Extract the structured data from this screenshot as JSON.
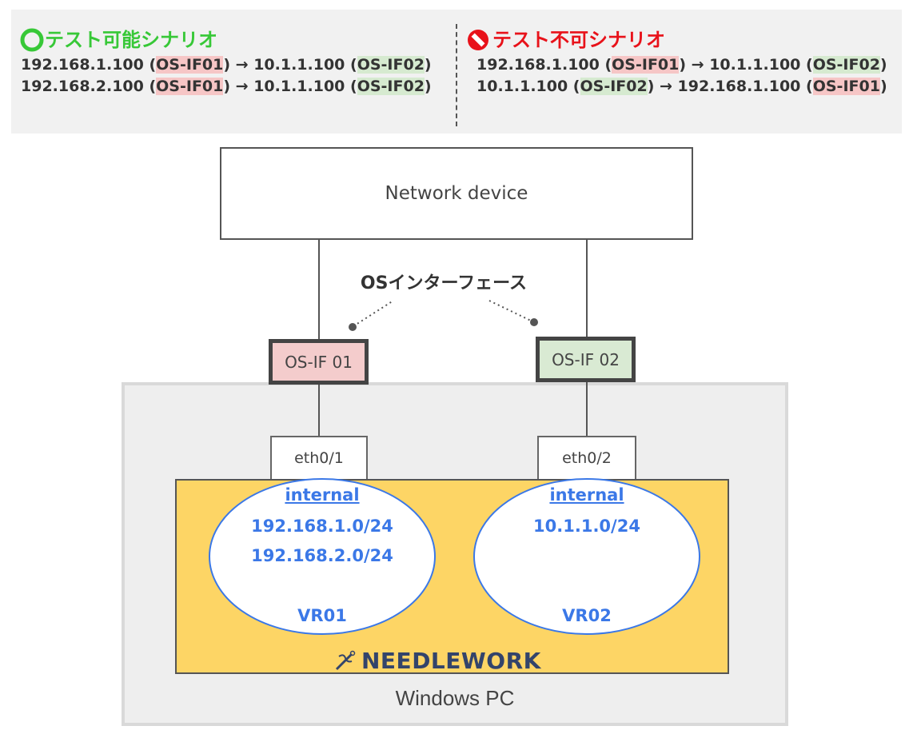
{
  "scenarios": {
    "possible": {
      "title": "テスト可能シナリオ",
      "icon": "circle-ok-icon",
      "color": "#37c837",
      "rows": [
        [
          {
            "t": "192.168.1.100 (",
            "hl": ""
          },
          {
            "t": "OS-IF01",
            "hl": "red"
          },
          {
            "t": ") → 10.1.1.100 (",
            "hl": ""
          },
          {
            "t": "OS-IF02",
            "hl": "green"
          },
          {
            "t": ")",
            "hl": ""
          }
        ],
        [
          {
            "t": "192.168.2.100 (",
            "hl": ""
          },
          {
            "t": "OS-IF01",
            "hl": "red"
          },
          {
            "t": ")  → 10.1.1.100 (",
            "hl": ""
          },
          {
            "t": "OS-IF02",
            "hl": "green"
          },
          {
            "t": ")",
            "hl": ""
          }
        ]
      ]
    },
    "impossible": {
      "title": "テスト不可シナリオ",
      "icon": "no-entry-icon",
      "color": "#e8121a",
      "rows": [
        [
          {
            "t": "192.168.1.100 (",
            "hl": ""
          },
          {
            "t": "OS-IF01",
            "hl": "red"
          },
          {
            "t": ") → 10.1.1.100 (",
            "hl": ""
          },
          {
            "t": "OS-IF02",
            "hl": "green"
          },
          {
            "t": ")",
            "hl": ""
          }
        ],
        [
          {
            "t": "10.1.1.100 (",
            "hl": ""
          },
          {
            "t": "OS-IF02",
            "hl": "green"
          },
          {
            "t": ") → 192.168.1.100 (",
            "hl": ""
          },
          {
            "t": "OS-IF01",
            "hl": "red"
          },
          {
            "t": ")",
            "hl": ""
          }
        ]
      ]
    }
  },
  "diagram": {
    "network_device": "Network device",
    "os_interface_label": "OSインターフェース",
    "osif01": "OS-IF 01",
    "osif02": "OS-IF 02",
    "eth01": "eth0/1",
    "eth02": "eth0/2",
    "vr01": {
      "link": "internal",
      "subnets": [
        "192.168.1.0/24",
        "192.168.2.0/24"
      ],
      "name": "VR01"
    },
    "vr02": {
      "link": "internal",
      "subnets": [
        "10.1.1.0/24"
      ],
      "name": "VR02"
    },
    "product": "NEEDLEWORK",
    "host": "Windows PC"
  },
  "colors": {
    "highlight_red": "#f6c6c6",
    "highlight_green": "#d6ead0",
    "needlework_bg": "#fdd565",
    "vr_text": "#3b78e7",
    "osif01_fill": "#f4cccc",
    "osif02_fill": "#d9ead3"
  }
}
